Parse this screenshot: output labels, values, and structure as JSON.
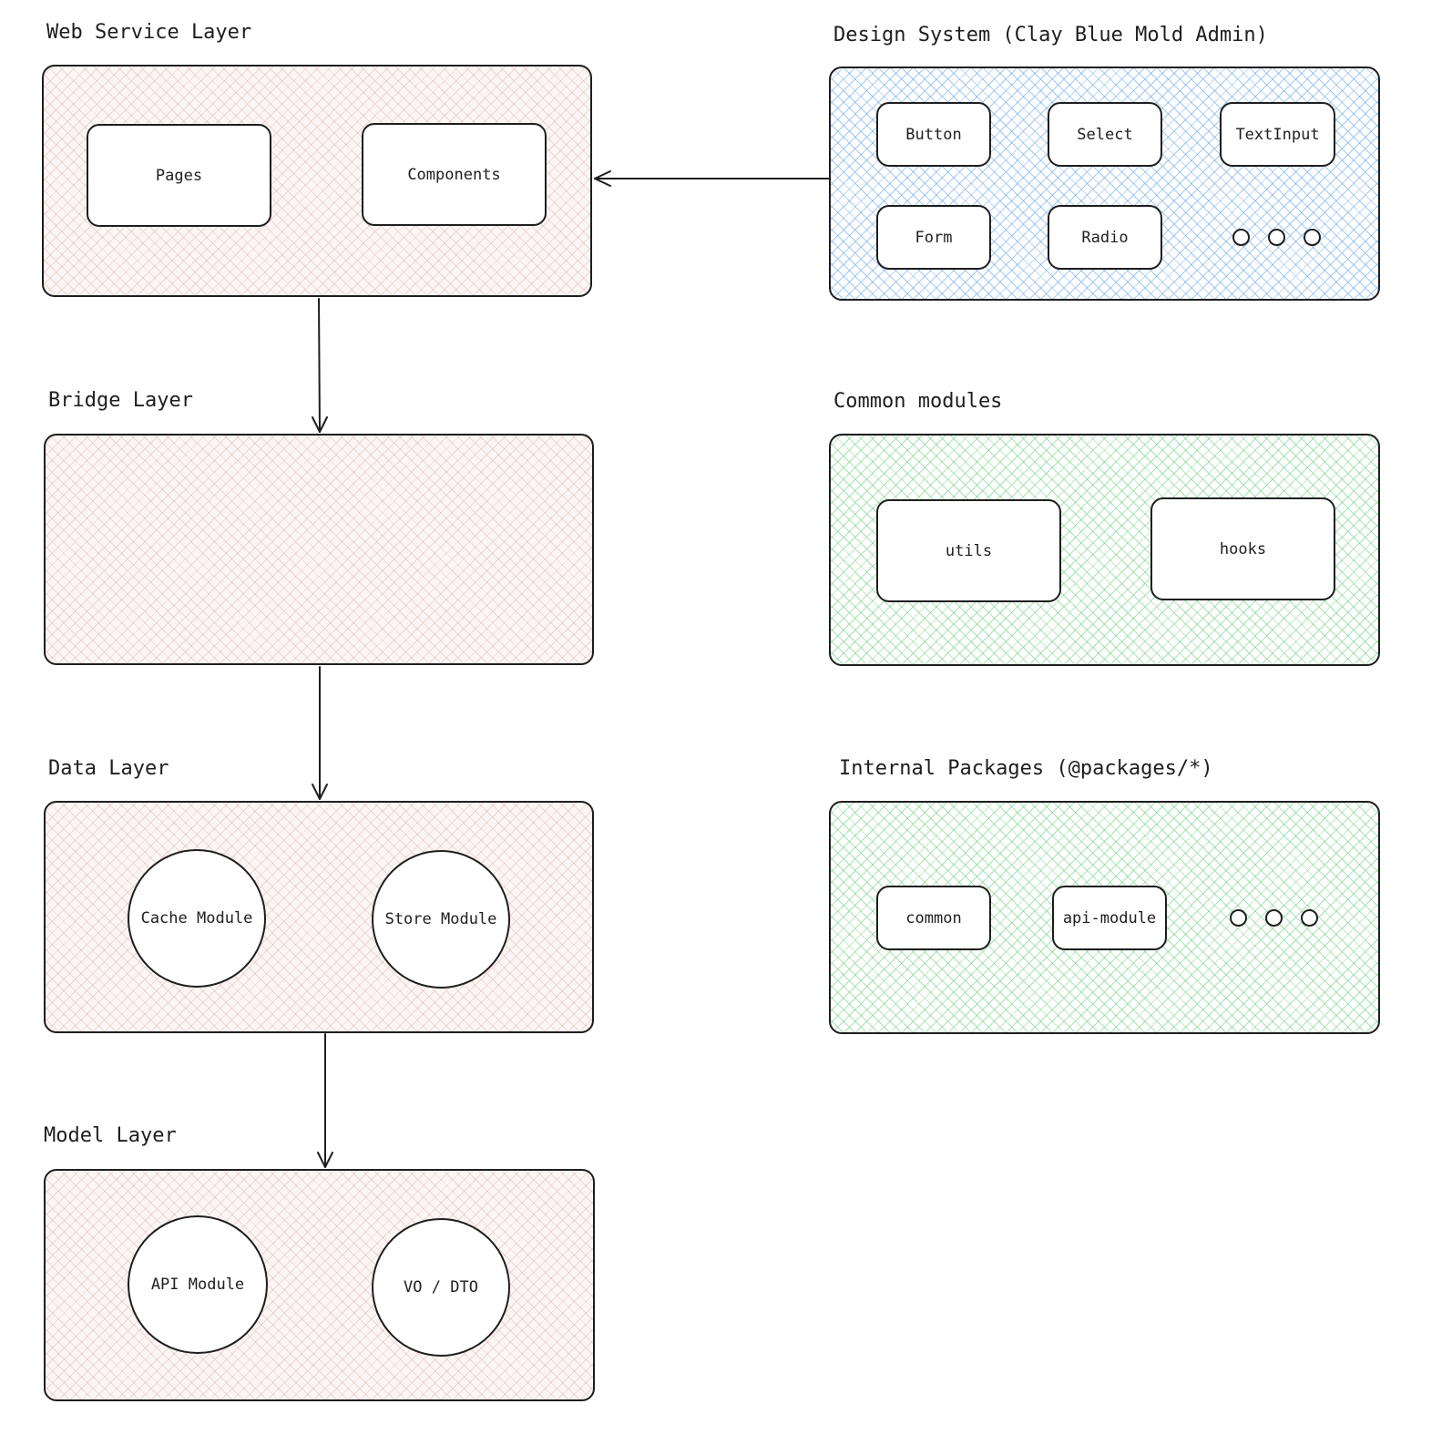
{
  "layers": {
    "web_service": {
      "title": "Web Service Layer",
      "items": [
        "Pages",
        "Components"
      ]
    },
    "bridge": {
      "title": "Bridge Layer"
    },
    "data": {
      "title": "Data Layer",
      "items": [
        "Cache Module",
        "Store Module"
      ]
    },
    "model": {
      "title": "Model Layer",
      "items": [
        "API Module",
        "VO / DTO"
      ]
    }
  },
  "design_system": {
    "title": "Design System (Clay Blue Mold Admin)",
    "items": [
      "Button",
      "Select",
      "TextInput",
      "Form",
      "Radio"
    ]
  },
  "common_modules": {
    "title": "Common modules",
    "items": [
      "utils",
      "hooks"
    ]
  },
  "internal_packages": {
    "title": "Internal Packages (@packages/*)",
    "items": [
      "common",
      "api-module"
    ]
  },
  "colors": {
    "stroke": "#1e1e1e",
    "layer_hatch": "#cda096",
    "design_system_hatch": "#5aa0eb",
    "common_hatch": "#64cd78"
  }
}
